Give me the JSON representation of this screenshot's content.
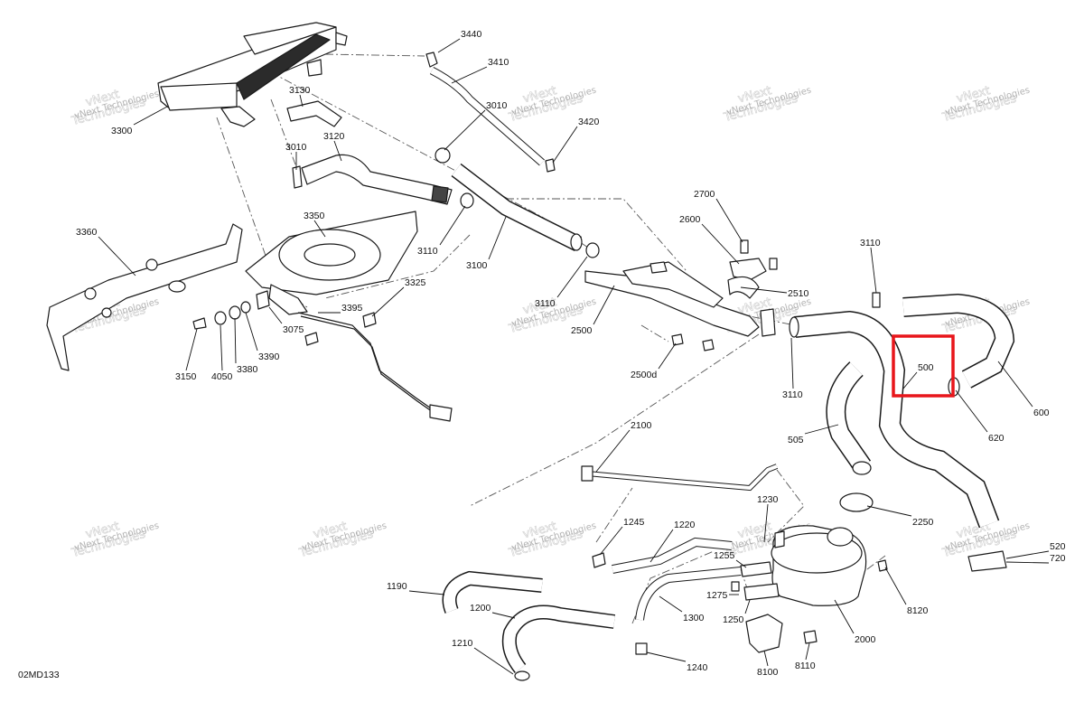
{
  "diagram_code": "02MD133",
  "watermark_lines": [
    "vNext",
    "Technologies",
    "vNext Technologies"
  ],
  "highlight_color": "#e8161b",
  "highlighted_part": "500",
  "parts": [
    {
      "id": "p3440",
      "label": "3440"
    },
    {
      "id": "p3410",
      "label": "3410"
    },
    {
      "id": "p3130",
      "label": "3130"
    },
    {
      "id": "p3010a",
      "label": "3010"
    },
    {
      "id": "p3010b",
      "label": "3010"
    },
    {
      "id": "p3420",
      "label": "3420"
    },
    {
      "id": "p3300",
      "label": "3300"
    },
    {
      "id": "p3120",
      "label": "3120"
    },
    {
      "id": "p2700",
      "label": "2700"
    },
    {
      "id": "p2600",
      "label": "2600"
    },
    {
      "id": "p3360",
      "label": "3360"
    },
    {
      "id": "p3350",
      "label": "3350"
    },
    {
      "id": "p3110a",
      "label": "3110"
    },
    {
      "id": "p3110b",
      "label": "3110"
    },
    {
      "id": "p3100",
      "label": "3100"
    },
    {
      "id": "p3110c",
      "label": "3110"
    },
    {
      "id": "p2510",
      "label": "2510"
    },
    {
      "id": "p3325",
      "label": "3325"
    },
    {
      "id": "p3395",
      "label": "3395"
    },
    {
      "id": "p2500",
      "label": "2500"
    },
    {
      "id": "p3390",
      "label": "3390"
    },
    {
      "id": "p3075",
      "label": "3075"
    },
    {
      "id": "p3150",
      "label": "3150"
    },
    {
      "id": "p4050",
      "label": "4050"
    },
    {
      "id": "p3380",
      "label": "3380"
    },
    {
      "id": "p2500d",
      "label": "2500d"
    },
    {
      "id": "p3110d",
      "label": "3110"
    },
    {
      "id": "p500",
      "label": "500"
    },
    {
      "id": "p600",
      "label": "600"
    },
    {
      "id": "p620",
      "label": "620"
    },
    {
      "id": "p505",
      "label": "505"
    },
    {
      "id": "p2100",
      "label": "2100"
    },
    {
      "id": "p1230",
      "label": "1230"
    },
    {
      "id": "p2250",
      "label": "2250"
    },
    {
      "id": "p1245",
      "label": "1245"
    },
    {
      "id": "p1220",
      "label": "1220"
    },
    {
      "id": "p1255",
      "label": "1255"
    },
    {
      "id": "p520",
      "label": "520"
    },
    {
      "id": "p720",
      "label": "720"
    },
    {
      "id": "p1190",
      "label": "1190"
    },
    {
      "id": "p1275",
      "label": "1275"
    },
    {
      "id": "p8120",
      "label": "8120"
    },
    {
      "id": "p1200",
      "label": "1200"
    },
    {
      "id": "p1300",
      "label": "1300"
    },
    {
      "id": "p1250",
      "label": "1250"
    },
    {
      "id": "p2000",
      "label": "2000"
    },
    {
      "id": "p1210",
      "label": "1210"
    },
    {
      "id": "p8110",
      "label": "8110"
    },
    {
      "id": "p1240",
      "label": "1240"
    },
    {
      "id": "p8100",
      "label": "8100"
    }
  ]
}
